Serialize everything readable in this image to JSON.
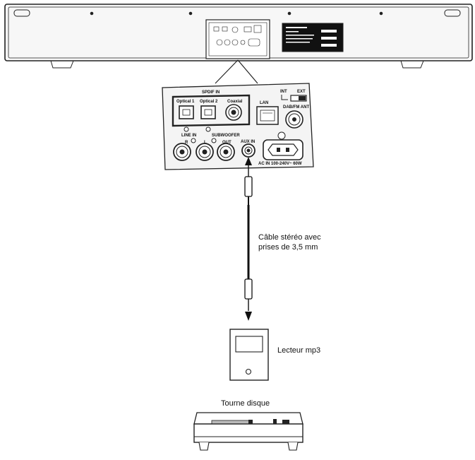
{
  "panel": {
    "spdif_in": "SPDIF IN",
    "optical_1": "Optical 1",
    "optical_2": "Optical 2",
    "coaxial": "Coaxial",
    "lan": "LAN",
    "int": "INT",
    "ext": "EXT",
    "dab_fm_ant": "DAB/FM ANT",
    "line_in": "LINE IN",
    "line_r": "R",
    "line_l": "L",
    "subwoofer": "SUBWOOFER",
    "subwoofer_out": "OUT",
    "aux_in": "AUX IN",
    "ac_in": "AC IN 100-240V~ 60W"
  },
  "labels": {
    "cable": "Câble stéréo avec\nprises de 3,5 mm",
    "mp3_player": "Lecteur mp3",
    "turntable": "Tourne disque"
  },
  "colors": {
    "line": "#222222",
    "panel_fill": "#f4f4f4",
    "bar_fill": "#f7f7f7"
  }
}
